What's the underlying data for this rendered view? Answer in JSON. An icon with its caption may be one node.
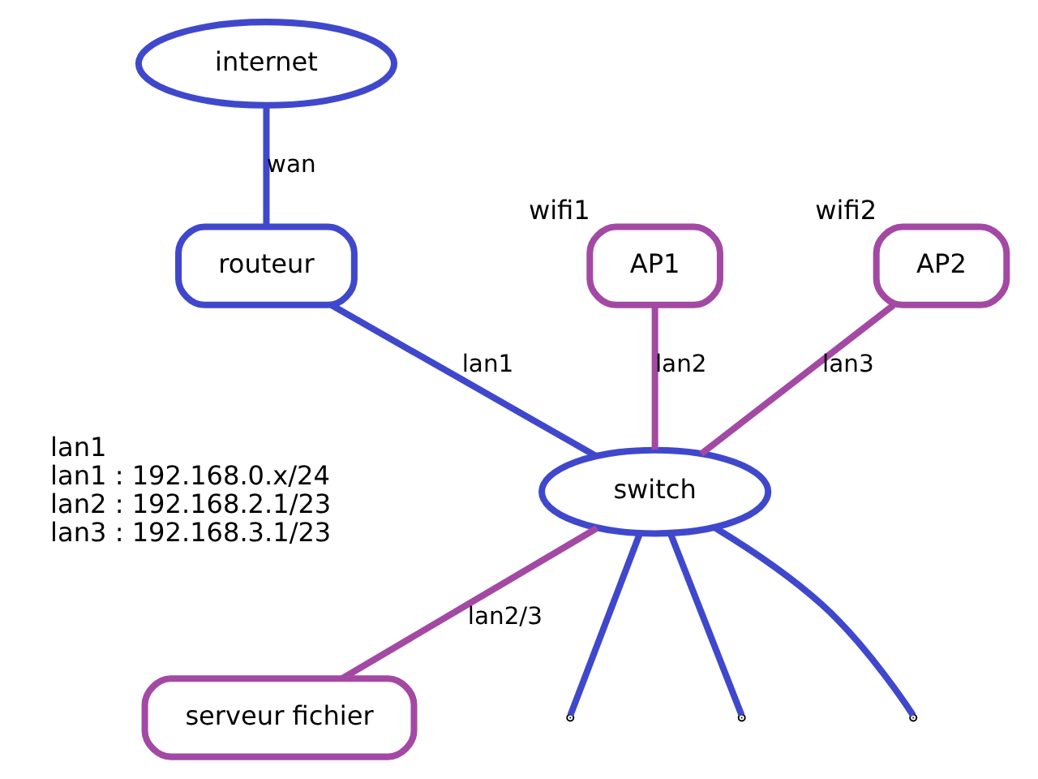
{
  "diagram": {
    "nodes": [
      {
        "text": [
          "internet"
        ]
      },
      {
        "text": [
          "routeur"
        ]
      },
      {
        "text": [
          "switch"
        ]
      },
      {
        "text": [
          "AP1"
        ],
        "beside": [
          "wifi1"
        ]
      },
      {
        "text": [
          "AP2"
        ],
        "beside": [
          "wifi2"
        ]
      },
      {
        "text": [
          "serveur fichier"
        ]
      }
    ],
    "edges": [
      {
        "from": 0,
        "to": 1,
        "arrow": "none",
        "label": "wan"
      },
      {
        "from": 1,
        "to": 2,
        "arrow": "none",
        "label": "lan1"
      },
      {
        "from": 3,
        "to": 2,
        "arrow": "none",
        "label": "lan2",
        "color": "#a349a4"
      },
      {
        "from": 4,
        "to": 2,
        "arrow": "none",
        "label": "lan3",
        "color": "#a349a4"
      },
      {
        "from": 2,
        "to": 5,
        "arrow": "none",
        "label": "lan2/3",
        "color": "#a349a4"
      },
      {
        "from": 2,
        "to": null,
        "arrow": "none"
      },
      {
        "from": 2,
        "to": null,
        "arrow": "none"
      },
      {
        "from": 2,
        "to": null,
        "arrow": "none"
      }
    ],
    "labels": [
      "lan1",
      "lan1 : 192.168.0.x/24",
      "lan2 : 192.168.2.1/23",
      "lan3 : 192.168.3.1/23"
    ]
  }
}
